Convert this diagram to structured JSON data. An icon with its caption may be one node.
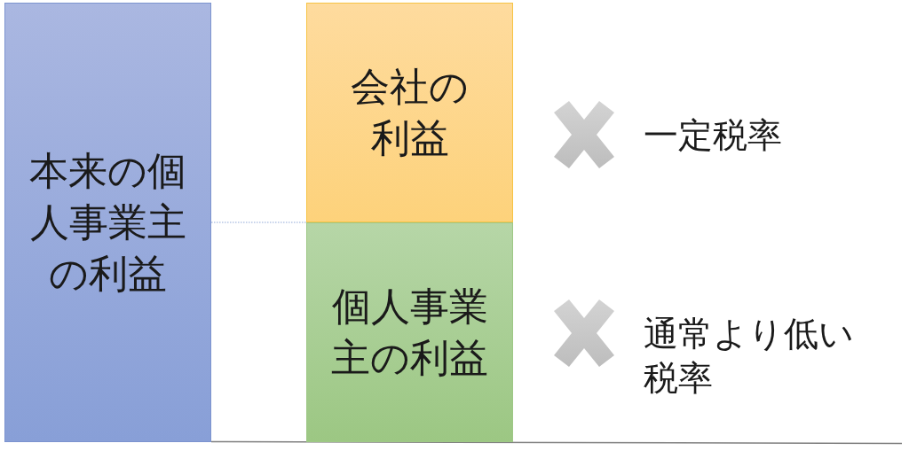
{
  "diagram": {
    "nodes": [
      {
        "text": [
          "本来の個人事業主の利益"
        ]
      },
      {
        "text": [
          "会社の利益"
        ]
      },
      {
        "text": [
          "個人事業主の利益"
        ]
      }
    ],
    "edges": [
      {
        "from": 0,
        "to": 1,
        "arrow": "none",
        "style": "dashed"
      }
    ],
    "labels": [
      "一定税率",
      "通常より低い税率"
    ]
  }
}
